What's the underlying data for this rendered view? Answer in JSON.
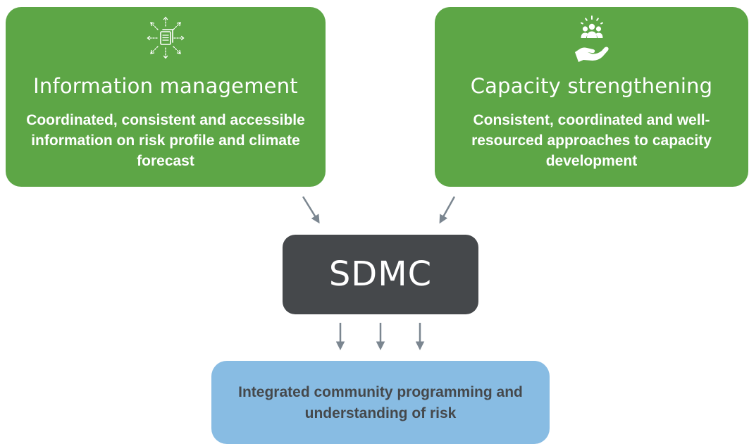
{
  "colors": {
    "green": "#5da646",
    "dark": "#45484b",
    "blue": "#88bce3",
    "arrow": "#7b8690"
  },
  "information_management": {
    "icon": "document-share-icon",
    "title": "Information management",
    "description": "Coordinated, consistent and accessible information on risk profile and climate forecast"
  },
  "capacity_strengthening": {
    "icon": "hand-people-icon",
    "title": "Capacity strengthening",
    "description": "Consistent, coordinated and well-resourced approaches to capacity development"
  },
  "center": {
    "label": "SDMC"
  },
  "outcome": {
    "description": "Integrated community programming and understanding of risk"
  }
}
